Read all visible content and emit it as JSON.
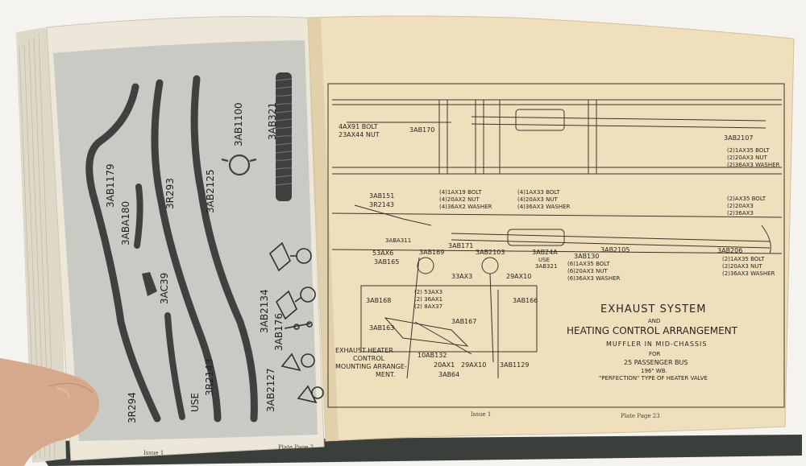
{
  "left_page": {
    "labels": {
      "p3AB1179": "3AB1179",
      "p3AB1180": "3ABA180",
      "p3R293": "3R293",
      "p3AB2125": "3AB2125",
      "p3AB1100": "3AB1100",
      "p3AB321": "3AB321",
      "p3AC39": "3AC39",
      "p3AB2134": "3AB2134",
      "p3AB176": "3AB176",
      "p3AB2127": "3AB2127",
      "use": "USE",
      "p3R2143": "3R2143",
      "p3R294": "3R294"
    },
    "footer_left": "Issue 1",
    "footer_right": "Plate Page 2"
  },
  "right_page": {
    "labels": {
      "bolt4AX91": "4AX91 BOLT",
      "nut23AX44": "23AX44 NUT",
      "p3AB170": "3AB170",
      "p3AB2107": "3AB2107",
      "w1a": "(2)1AX35 BOLT",
      "w1b": "(2)20AX3 NUT",
      "w1c": "(2)36AX3 WASHER",
      "p3AB151": "3AB151",
      "p3R2143": "3R2143",
      "c1a": "(4)1AX19 BOLT",
      "c1b": "(4)20AX2 NUT",
      "c1c": "(4)36AX2 WASHER",
      "c2a": "(4)1AX33 BOLT",
      "c2b": "(4)20AX3 NUT",
      "c2c": "(4)36AX3 WASHER",
      "r1a": "(2)AX35 BOLT",
      "r1b": "(2)20AX3",
      "r1c": "(2)36AX3",
      "p3ABA311": "3ABA311",
      "p3AB171": "3AB171",
      "p53AX6": "53AX6",
      "p3AB169": "3AB169",
      "p3AB165": "3AB165",
      "p3AB2103": "3AB2103",
      "p3AB24A": "3AB24A",
      "use": "USE",
      "p3AB321": "3AB321",
      "p3AB2105": "3AB2105",
      "p3AB130": "3AB130",
      "m1a": "(6)1AX35 BOLT",
      "m1b": "(6)20AX3 NUT",
      "m1c": "(6)36AX3 WASHER",
      "p3AB206": "3AB206",
      "r2a": "(2)1AX35 BOLT",
      "r2b": "(2)20AX3 NUT",
      "r2c": "(2)36AX3 WASHER",
      "p33AX3": "33AX3",
      "p29AX10": "29AX10",
      "p3AB168": "3AB168",
      "k1a": "(2) 53AX3",
      "k1b": "(2) 36AX1",
      "k1c": "(2) 8AX37",
      "p3AB166": "3AB166",
      "p3AB163": "3AB163",
      "p3AB167": "3AB167",
      "ehc1": "EXHAUST HEATER",
      "ehc2": "CONTROL",
      "ehc3": "MOUNTING ARRANGE-",
      "ehc4": "MENT.",
      "p10AB132": "10AB132",
      "p20AX1": "20AX1",
      "p29AX10b": "29AX10",
      "p3AB1129": "3AB1129",
      "p3AB64": "3AB64"
    },
    "title": {
      "line1": "EXHAUST SYSTEM",
      "line2": "AND",
      "line3": "HEATING CONTROL ARRANGEMENT",
      "line4": "MUFFLER IN MID-CHASSIS",
      "line5": "FOR",
      "line6": "25  PASSENGER BUS",
      "line7": "196\" WB.",
      "line8": "\"PERFECTION\" TYPE OF HEATER VALVE"
    },
    "footer_left": "Issue 1",
    "footer_right": "Plate Page 23"
  },
  "colors": {
    "background": "#f4f3ef",
    "left_paper": "#ece7d8",
    "left_plate": "#c9cac4",
    "right_paper": "#efdfbd",
    "ink": "#2a2520"
  }
}
